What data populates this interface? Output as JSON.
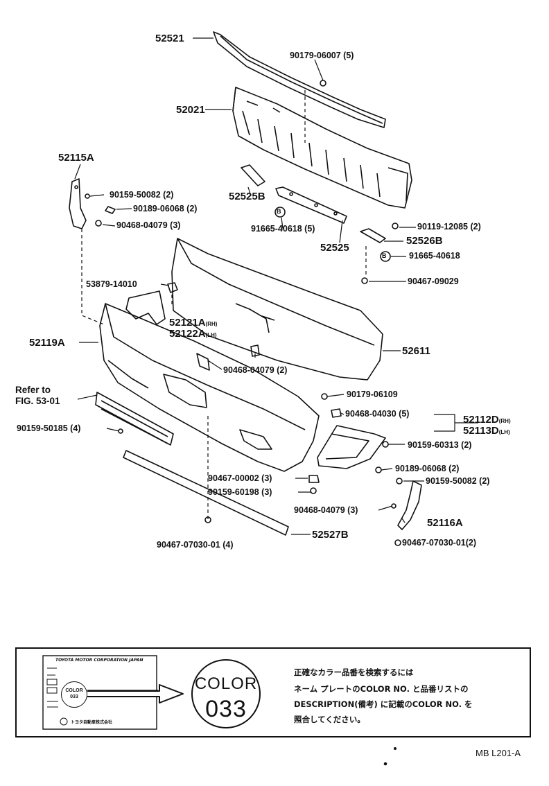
{
  "parts": {
    "p52521": "52521",
    "p90179_06007": "90179-06007 (5)",
    "p52021": "52021",
    "p52115A": "52115A",
    "p90159_50082_a": "90159-50082 (2)",
    "p90189_06068_a": "90189-06068 (2)",
    "p90468_04079_a": "90468-04079 (3)",
    "p52525B": "52525B",
    "p91665_40618_5": "91665-40618 (5)",
    "p52525": "52525",
    "p90119_12085": "90119-12085 (2)",
    "p52526B": "52526B",
    "p91665_40618": "91665-40618",
    "p90467_09029": "90467-09029",
    "p53879_14010": "53879-14010",
    "p52121A": "52121A",
    "p52121A_side": "(RH)",
    "p52122A": "52122A",
    "p52122A_side": "(LH)",
    "p52119A": "52119A",
    "p52611": "52611",
    "p90468_04079_b": "90468-04079 (2)",
    "refer_line1": "Refer to",
    "refer_line2": "FIG. 53-01",
    "p90159_50185": "90159-50185 (4)",
    "p90179_06109": "90179-06109",
    "p90468_04030": "90468-04030 (5)",
    "p52112D": "52112D",
    "p52112D_side": "(RH)",
    "p52113D": "52113D",
    "p52113D_side": "(LH)",
    "p90159_60313": "90159-60313 (2)",
    "p90189_06068_b": "90189-06068 (2)",
    "p90467_00002": "90467-00002 (3)",
    "p90159_50082_b": "90159-50082 (2)",
    "p90159_60198": "90159-60198 (3)",
    "p90468_04079_c": "90468-04079 (3)",
    "p52116A": "52116A",
    "p90467_07030_01_4": "90467-07030-01 (4)",
    "p52527B": "52527B",
    "p90467_07030_01_2": "90467-07030-01(2)",
    "marker_b": "B"
  },
  "color_box": {
    "plate_maker": "TOYOTA MOTOR CORPORATION JAPAN",
    "plate_bottom": "トヨタ自動車株式会社",
    "plate_color_label": "COLOR",
    "plate_color_code": "033",
    "color_word": "COLOR",
    "color_code": "033",
    "jp_line1": "正確なカラー品番を検索するには",
    "jp_line2": "ネーム プレートのCOLOR NO. と品番リストの",
    "jp_line3": "DESCRIPTION(備考) に記載のCOLOR NO. を",
    "jp_line4": "照合してください。"
  },
  "figure_code": "MB L201-A"
}
